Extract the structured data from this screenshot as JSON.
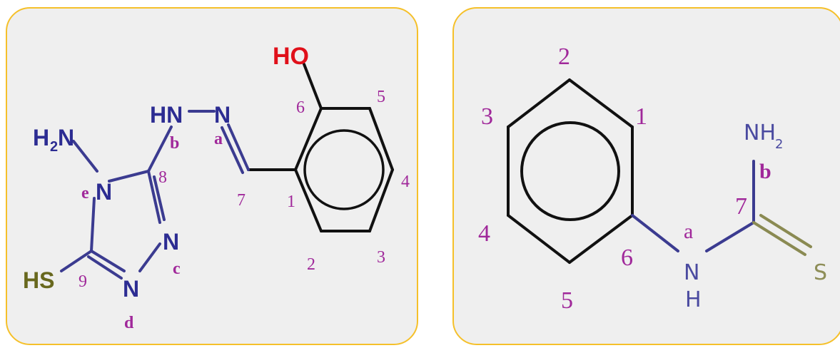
{
  "left_structure": {
    "atoms": {
      "oh": "HO",
      "h2n_h": "H",
      "h2n_sub": "2",
      "h2n_n": "N",
      "hn": "HN",
      "n_a": "N",
      "n_e": "N",
      "n_c": "N",
      "n_d": "N",
      "sh": "HS"
    },
    "labels": {
      "c6": "6",
      "c5": "5",
      "c4": "4",
      "c3": "3",
      "c2": "2",
      "c1": "1",
      "c7": "7",
      "c8": "8",
      "c9": "9",
      "a": "a",
      "b": "b",
      "c": "c",
      "d": "d",
      "e": "e"
    }
  },
  "right_structure": {
    "atoms": {
      "nh2_n": "NH",
      "nh2_sub": "2",
      "n": "N",
      "h": "H",
      "s": "S"
    },
    "labels": {
      "c1": "1",
      "c2": "2",
      "c3": "3",
      "c4": "4",
      "c5": "5",
      "c6": "6",
      "c7": "7",
      "a": "a",
      "b": "b"
    }
  },
  "colors": {
    "panel_border": "#f5c02a",
    "panel_background": "#efefef",
    "atom_label_purple": "#a0289a",
    "nitrogen": "#2c2c92",
    "oxygen": "#e0101a",
    "sulfur": "#68681e"
  }
}
